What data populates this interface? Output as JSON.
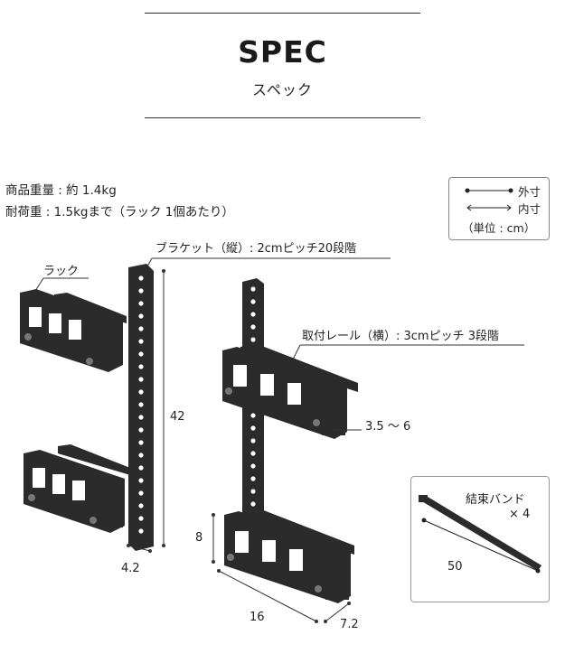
{
  "header": {
    "title": "SPEC",
    "subtitle": "スペック"
  },
  "specs": {
    "weight": "商品重量 : 約 1.4kg",
    "load": "耐荷重 : 1.5kgまで（ラック 1個あたり）"
  },
  "legend": {
    "outer": "外寸",
    "inner": "内寸",
    "unit": "（単位 : cm）"
  },
  "labels": {
    "rack": "ラック",
    "bracket": "ブラケット（縦）: 2cmピッチ20段階",
    "rail": "取付レール（横）: 3cmピッチ 3段階",
    "band_name": "結束バンド",
    "band_qty": "× 4"
  },
  "dimensions": {
    "bracket_height": "42",
    "bracket_width": "4.2",
    "rail_depth_range": "3.5 ～ 6",
    "rack_height": "8",
    "rack_width": "16",
    "rack_depth": "7.2",
    "band_length": "50"
  },
  "colors": {
    "product": "#2b2b2b",
    "line": "#333333",
    "accent_hole": "#ffffff"
  }
}
